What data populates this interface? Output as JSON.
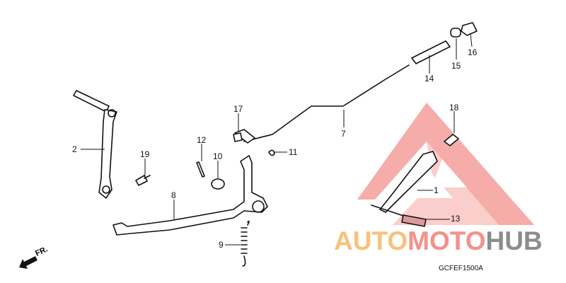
{
  "diagram": {
    "code": "GCFEF1500A",
    "direction_label": "FR.",
    "callouts": [
      "1",
      "2",
      "7",
      "8",
      "9",
      "10",
      "11",
      "12",
      "13",
      "14",
      "15",
      "16",
      "17",
      "18",
      "19"
    ]
  },
  "watermark": {
    "part1": "AUTO",
    "part2": "MOTO",
    "part3": "HUB",
    "colors": {
      "auto": "#f7c27a",
      "moto": "#f4918a",
      "hub": "#8c8c8c",
      "triangle": "#f06a62"
    }
  }
}
